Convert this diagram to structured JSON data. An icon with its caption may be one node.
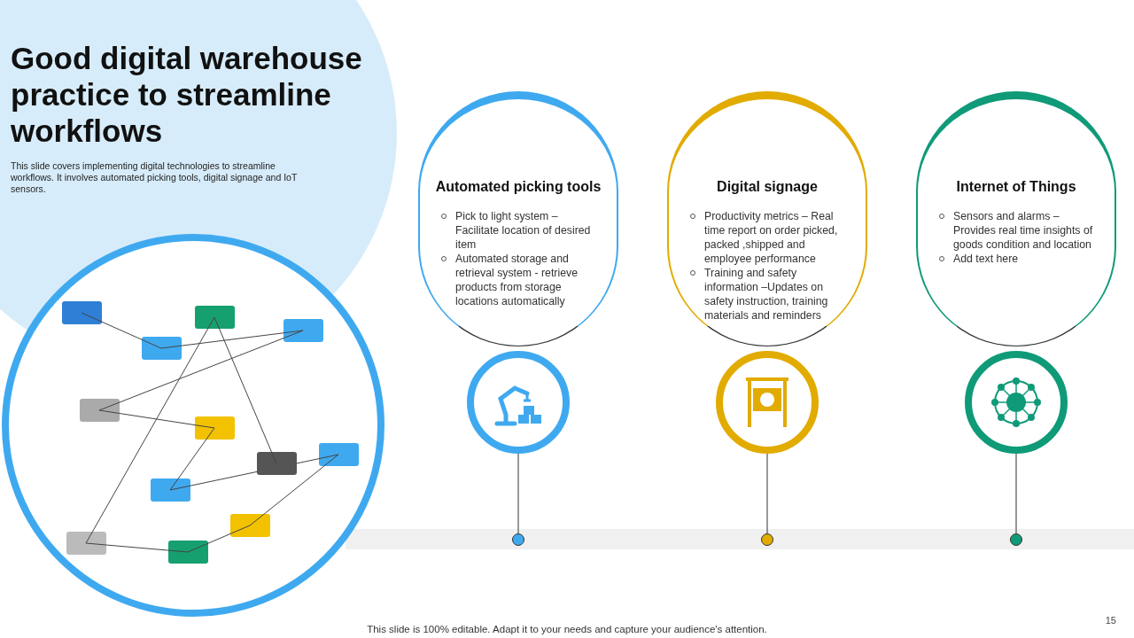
{
  "diagram": {
    "title": "Good digital warehouse practice to streamline workflows",
    "nodes": [
      {
        "text": [
          "Automated picking tools",
          "Pick to light system – Facilitate location of desired item",
          "Automated storage and retrieval  system - retrieve products from storage locations automatically"
        ]
      },
      {
        "text": [],
        "shape": "circle"
      },
      {
        "text": [],
        "shape": "circle"
      },
      {
        "text": [
          "Digital signage",
          "Productivity metrics – Real time report on order picked, packed ,shipped and employee performance",
          "Training  and safety information –Updates on safety instruction, training materials and reminders"
        ]
      },
      {
        "text": [],
        "shape": "circle"
      },
      {
        "text": [],
        "shape": "circle"
      },
      {
        "text": [
          "Internet of Things",
          "Sensors and alarms – Provides real time insights of goods condition and location",
          "Add text here"
        ]
      },
      {
        "text": [],
        "shape": "circle"
      },
      {
        "text": [],
        "shape": "circle"
      }
    ],
    "edges": [
      {
        "from": 1,
        "to": 2,
        "arrow": "none"
      },
      {
        "from": 4,
        "to": 5,
        "arrow": "none"
      },
      {
        "from": 7,
        "to": 8,
        "arrow": "none"
      }
    ],
    "labels": [
      "This slide covers implementing digital technologies to streamline workflows. It involves  automated picking tools, digital signage and IoT sensors.",
      "15",
      "This slide is 100% editable. Adapt it to your needs and capture your audience's attention."
    ]
  }
}
